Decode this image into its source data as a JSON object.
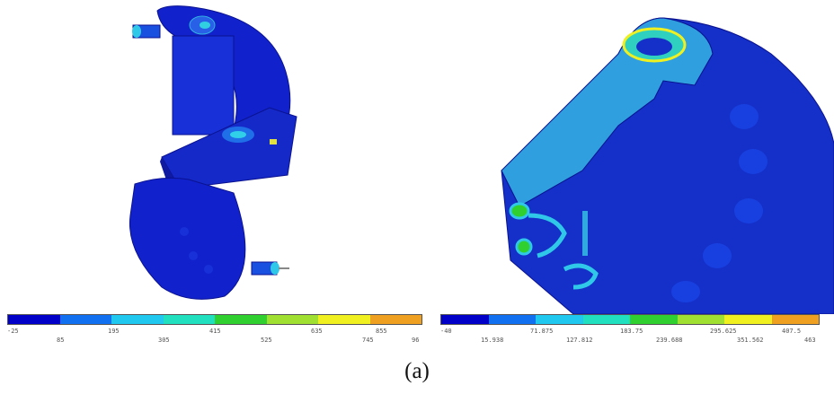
{
  "palette": [
    "#0000c8",
    "#1070f0",
    "#20c8f0",
    "#20e0c0",
    "#30d030",
    "#a0e030",
    "#f0f020",
    "#f0a020"
  ],
  "legend_left": {
    "ticks_top": [
      "-25",
      "195",
      "415",
      "635",
      "855"
    ],
    "ticks_bottom": [
      "85",
      "305",
      "525",
      "745",
      "96"
    ]
  },
  "legend_right": {
    "ticks_top": [
      "-40",
      "71.875",
      "183.75",
      "295.625",
      "407.5"
    ],
    "ticks_bottom": [
      "15.938",
      "127.812",
      "239.688",
      "351.562",
      "463"
    ]
  },
  "caption": "(a)"
}
